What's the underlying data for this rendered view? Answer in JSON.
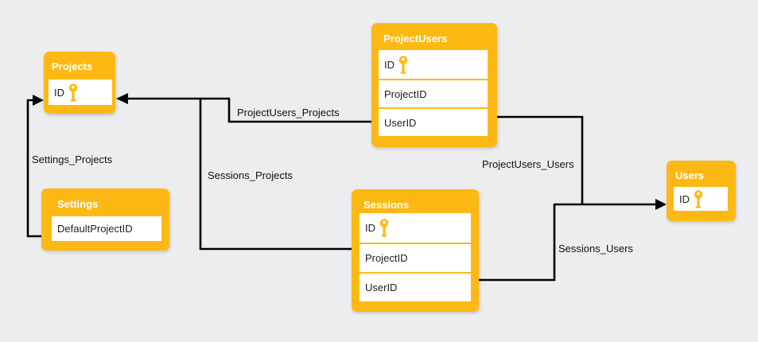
{
  "colors": {
    "accent": "#FDB913",
    "background": "#ECEDEE",
    "connector": "#000000",
    "row_bg": "#FFFFFF",
    "title_text": "#FFFFFF",
    "row_text": "#1D1D1D",
    "label_text": "#111111"
  },
  "tables": [
    {
      "title": "Projects",
      "rows": [
        {
          "name": "ID",
          "primary_key": true
        }
      ]
    },
    {
      "title": "ProjectUsers",
      "rows": [
        {
          "name": "ID",
          "primary_key": true
        },
        {
          "name": "ProjectID",
          "primary_key": false
        },
        {
          "name": "UserID",
          "primary_key": false
        }
      ]
    },
    {
      "title": "Settings",
      "rows": [
        {
          "name": "DefaultProjectID",
          "primary_key": false
        }
      ]
    },
    {
      "title": "Sessions",
      "rows": [
        {
          "name": "ID",
          "primary_key": true
        },
        {
          "name": "ProjectID",
          "primary_key": false
        },
        {
          "name": "UserID",
          "primary_key": false
        }
      ]
    },
    {
      "title": "Users",
      "rows": [
        {
          "name": "ID",
          "primary_key": true
        }
      ]
    }
  ],
  "relationships": [
    {
      "label": "ProjectUsers_Projects",
      "from": "ProjectUsers",
      "to": "Projects"
    },
    {
      "label": "Settings_Projects",
      "from": "Settings",
      "to": "Projects"
    },
    {
      "label": "Sessions_Projects",
      "from": "Sessions",
      "to": "Projects"
    },
    {
      "label": "ProjectUsers_Users",
      "from": "ProjectUsers",
      "to": "Users"
    },
    {
      "label": "Sessions_Users",
      "from": "Sessions",
      "to": "Users"
    }
  ]
}
